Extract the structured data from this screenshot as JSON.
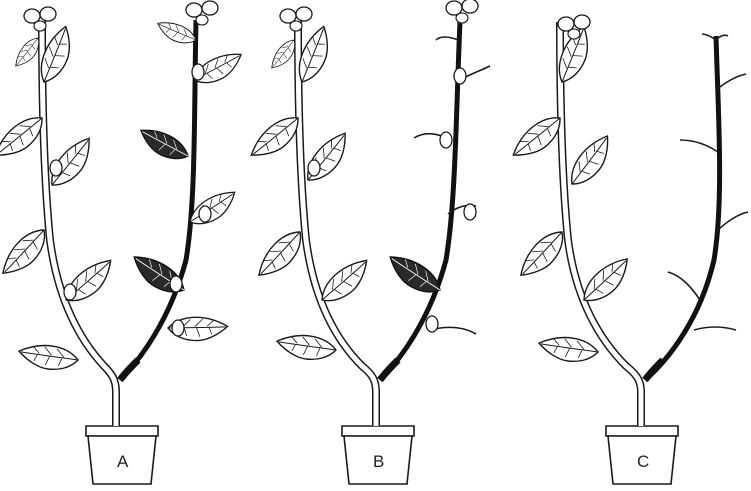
{
  "plants": [
    {
      "label": "A",
      "right_branch_leaves": "leaf-bearing",
      "left_branch_leaves": "leaf-bearing"
    },
    {
      "label": "B",
      "right_branch_leaves": "partially-defoliated",
      "left_branch_leaves": "leaf-bearing"
    },
    {
      "label": "C",
      "right_branch_leaves": "defoliated",
      "left_branch_leaves": "leaf-bearing"
    }
  ],
  "colors": {
    "ink": "#1a1a1a",
    "shaded_stem": "#111111",
    "paper": "#ffffff"
  }
}
